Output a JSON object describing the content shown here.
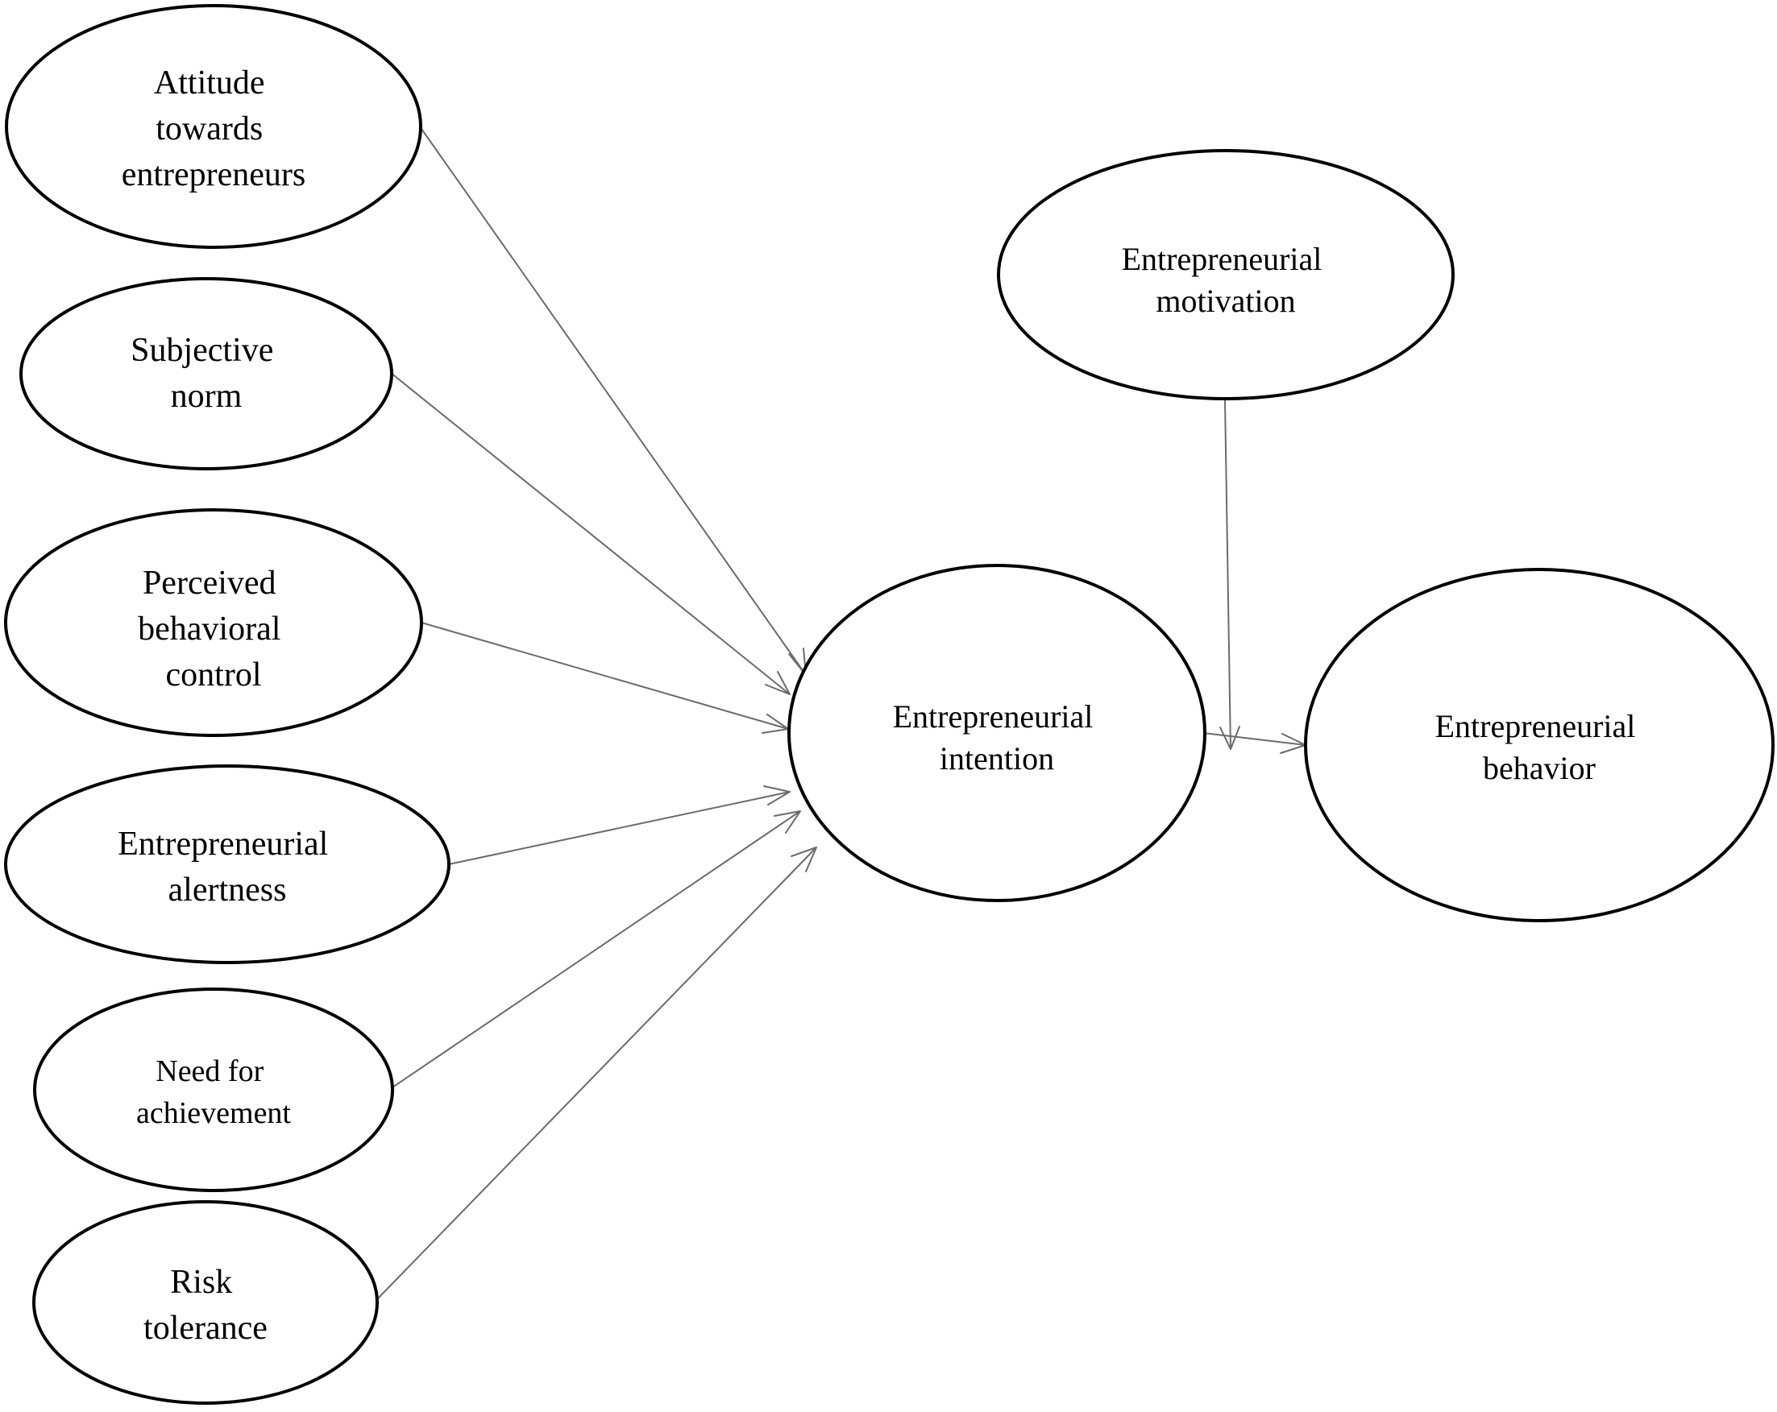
{
  "nodes": {
    "attitude": {
      "lines": [
        "Attitude",
        "towards",
        "entrepreneurs"
      ]
    },
    "subjective_norm": {
      "lines": [
        "Subjective",
        "norm"
      ]
    },
    "perceived_control": {
      "lines": [
        "Perceived",
        "behavioral",
        "control"
      ]
    },
    "alertness": {
      "lines": [
        "Entrepreneurial",
        "alertness"
      ]
    },
    "achievement": {
      "lines": [
        "Need for",
        "achievement"
      ]
    },
    "risk": {
      "lines": [
        "Risk",
        "tolerance"
      ]
    },
    "intention": {
      "lines": [
        "Entrepreneurial",
        "intention"
      ]
    },
    "motivation": {
      "lines": [
        "Entrepreneurial",
        "motivation"
      ]
    },
    "behavior": {
      "lines": [
        "Entrepreneurial",
        "behavior"
      ]
    }
  },
  "edges": [
    {
      "from": "attitude",
      "to": "intention"
    },
    {
      "from": "subjective_norm",
      "to": "intention"
    },
    {
      "from": "perceived_control",
      "to": "intention"
    },
    {
      "from": "alertness",
      "to": "intention"
    },
    {
      "from": "achievement",
      "to": "intention"
    },
    {
      "from": "risk",
      "to": "intention"
    },
    {
      "from": "intention",
      "to": "behavior"
    },
    {
      "from": "motivation",
      "to": "intention-behavior-path"
    }
  ]
}
